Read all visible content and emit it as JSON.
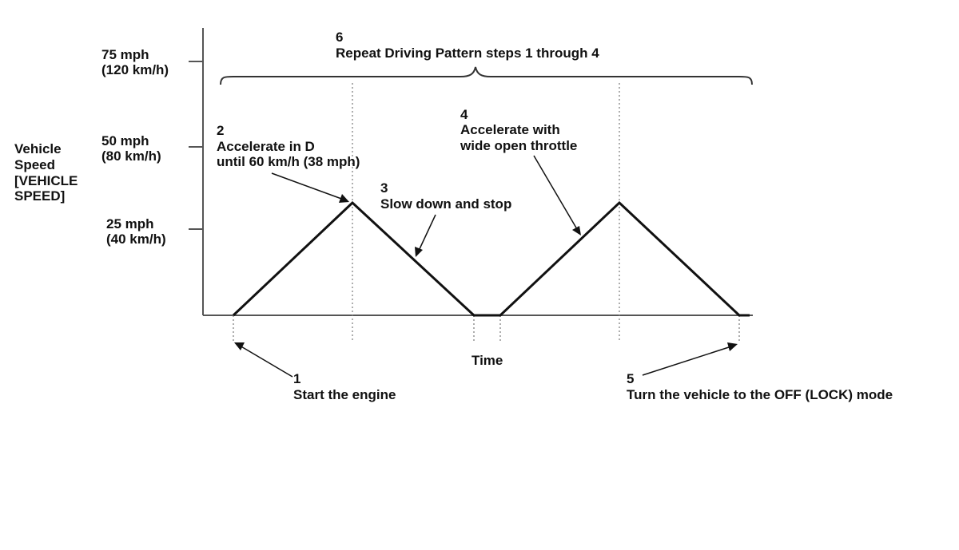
{
  "y_axis": {
    "title_lines": [
      "Vehicle",
      "Speed",
      "[VEHICLE",
      "SPEED]"
    ],
    "ticks": [
      {
        "line1": "75 mph",
        "line2": "(120 km/h)"
      },
      {
        "line1": "50 mph",
        "line2": "(80 km/h)"
      },
      {
        "line1": "25 mph",
        "line2": "(40 km/h)"
      }
    ]
  },
  "x_axis": {
    "label": "Time"
  },
  "steps": {
    "step1": {
      "number": "1",
      "text": "Start the engine"
    },
    "step2": {
      "number": "2",
      "line1": "Accelerate in D",
      "line2": "until 60 km/h (38 mph)"
    },
    "step3": {
      "number": "3",
      "text": "Slow down and stop"
    },
    "step4": {
      "number": "4",
      "line1": "Accelerate with",
      "line2": "wide open throttle"
    },
    "step5": {
      "number": "5",
      "text": "Turn the vehicle to the OFF (LOCK) mode"
    },
    "step6": {
      "number": "6",
      "text": "Repeat Driving Pattern steps 1 through 4"
    }
  },
  "colors": {
    "line": "#111111",
    "axis": "#555555",
    "guide": "#777777"
  }
}
